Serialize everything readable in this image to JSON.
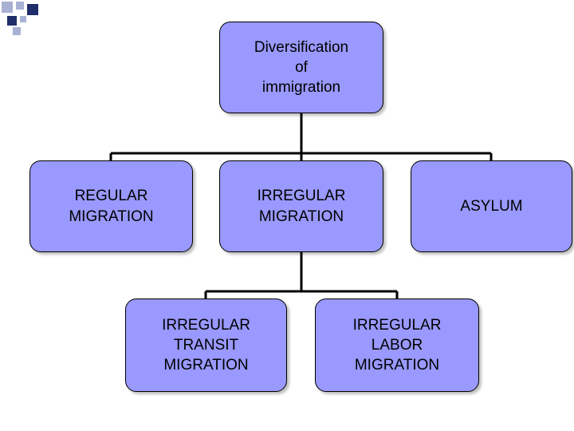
{
  "diagram": {
    "root": {
      "label": "Diversification\nof\nimmigration"
    },
    "level1": [
      {
        "label": "REGULAR\nMIGRATION"
      },
      {
        "label": "IRREGULAR\nMIGRATION"
      },
      {
        "label": "ASYLUM"
      }
    ],
    "level2": [
      {
        "label": "IRREGULAR\nTRANSIT\nMIGRATION"
      },
      {
        "label": "IRREGULAR\nLABOR\nMIGRATION"
      }
    ]
  },
  "colors": {
    "node_fill": "#9999ff",
    "node_border": "#000000",
    "connector": "#000000",
    "bullet_dark": "#1f2d6b",
    "bullet_light": "#a8b0d4"
  }
}
